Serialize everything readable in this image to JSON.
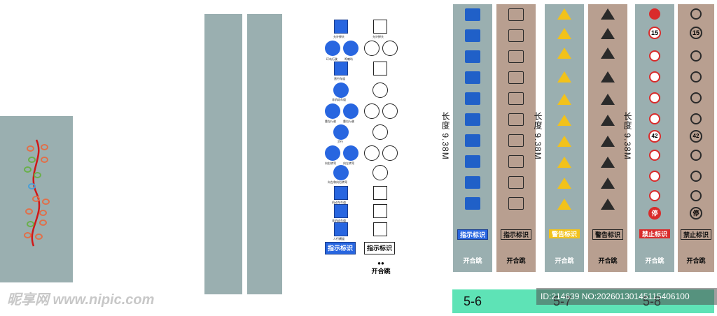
{
  "watermark": {
    "text": "昵享网 www.nipic.com"
  },
  "id_bar": {
    "text": "ID:214639 NO:20260130145115406100"
  },
  "middle": {
    "blue_labels": [
      "允许掉头",
      "环岛行驶",
      "鸣喇叭",
      "直行车道",
      "非机动车道",
      "靠左行驶",
      "靠右行驶",
      "步行",
      "向右转弯",
      "向左转弯",
      "向左和向右转弯",
      "机动车车道",
      "非机动车道",
      "人行横道"
    ],
    "blue_button": "指示标识",
    "outline_button": "指示标识",
    "open_jump": "开合跳"
  },
  "strips": {
    "s1_title": "指示标识",
    "s2_title": "指示标识",
    "s3_title": "警告标识",
    "s4_title": "警告标识",
    "s5_title": "禁止标识",
    "s6_title": "禁止标识",
    "foot": "开合跳",
    "speed": "15",
    "stop_char": "停",
    "weight": "42"
  },
  "vertical": {
    "len1": "长度 9.38M",
    "len2": "长度 9.38M",
    "len3": "长度 9.38M"
  },
  "pages": [
    "5-6",
    "5-7",
    "5-8"
  ],
  "colors": {
    "panel": "#9aafb0",
    "brown": "#b89f90",
    "blue": "#2866e0",
    "yellow": "#f2c21a",
    "red": "#d92b2b",
    "mint": "#5ee3b6"
  }
}
